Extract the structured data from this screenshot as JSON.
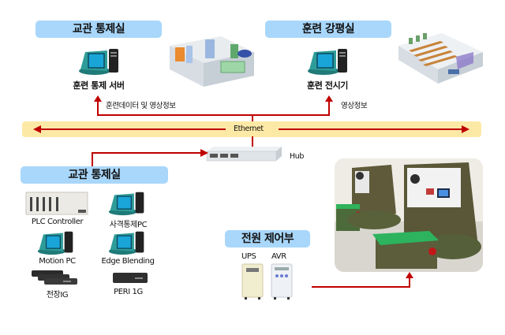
{
  "top_left": {
    "header": "교관 통제실",
    "computer_label": "훈련 통제 서버",
    "arrow_label": "훈련데이터 및 영상정보"
  },
  "top_right": {
    "header": "훈련 강평실",
    "computer_label": "훈련 전시기",
    "arrow_label": "영상정보"
  },
  "network": {
    "ethernet_label": "Ethernet",
    "hub_label": "Hub"
  },
  "bottom_left": {
    "header": "교관 통제실",
    "devices": [
      {
        "label": "PLC Controller",
        "icon": "plc-icon"
      },
      {
        "label": "사격통제PC",
        "icon": "computer-icon"
      },
      {
        "label": "Motion PC",
        "icon": "computer-icon"
      },
      {
        "label": "Edge Blending",
        "icon": "computer-icon"
      },
      {
        "label": "전장IG",
        "icon": "rack-server-icon"
      },
      {
        "label": "PERI 1G",
        "icon": "rack-server-icon"
      }
    ]
  },
  "power": {
    "header": "전원 제어부",
    "devices": [
      {
        "label": "UPS",
        "icon": "ups-icon"
      },
      {
        "label": "AVR",
        "icon": "avr-icon"
      }
    ]
  },
  "colors": {
    "header_bg": "#a9d7fb",
    "ethernet_bg": "#fde9a6",
    "arrow": "#c00000"
  }
}
